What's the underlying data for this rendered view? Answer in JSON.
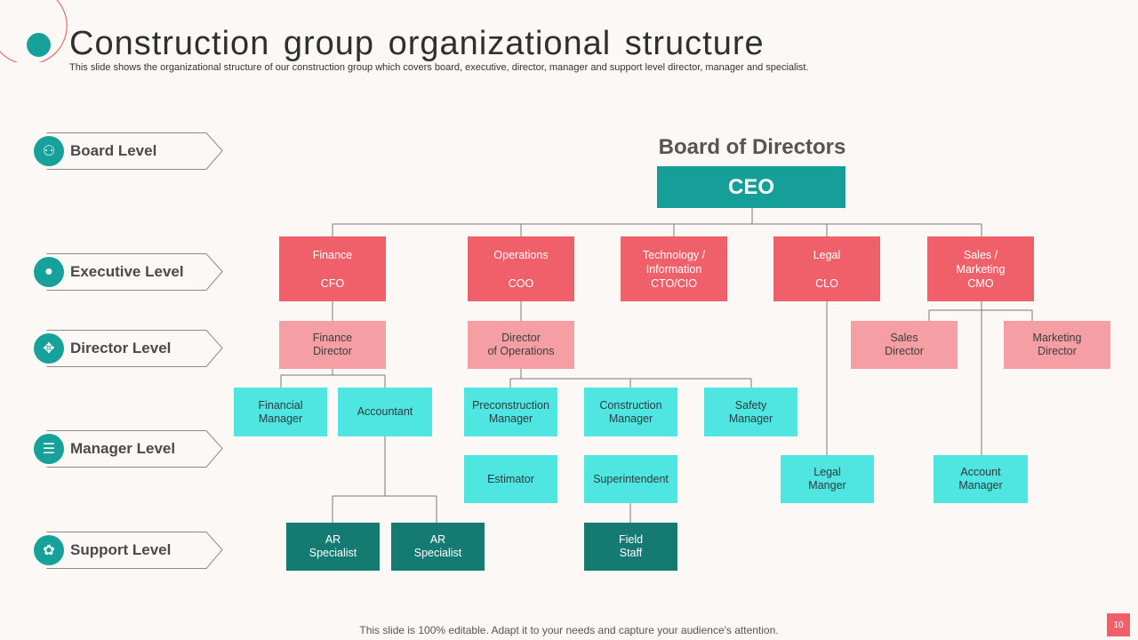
{
  "slide": {
    "title": "Construction group organizational structure",
    "subtitle": "This slide shows the organizational structure of our construction group which covers board, executive,  director, manager and support level director, manager and specialist.",
    "footer": "This slide is 100% editable. Adapt it to your needs and capture your audience's attention.",
    "page_number": "10",
    "accent_color": "#16a29b",
    "executive_color": "#f0606a"
  },
  "levels": [
    {
      "label": "Board Level",
      "icon": "team-meeting-icon"
    },
    {
      "label": "Executive Level",
      "icon": "person-icon"
    },
    {
      "label": "Director Level",
      "icon": "directions-icon"
    },
    {
      "label": "Manager Level",
      "icon": "hierarchy-icon"
    },
    {
      "label": "Support Level",
      "icon": "hands-support-icon"
    }
  ],
  "chart": {
    "board_title": "Board of Directors",
    "ceo": "CEO",
    "executives": {
      "finance": "Finance\n\nCFO",
      "operations": "Operations\n\nCOO",
      "technology": "Technology  /\nInformation\nCTO/CIO",
      "legal": "Legal\n\nCLO",
      "sales": "Sales /\nMarketing\nCMO"
    },
    "directors": {
      "finance_director": "Finance\nDirector",
      "director_operations": "Director\nof Operations",
      "sales_director": "Sales\nDirector",
      "marketing_director": "Marketing\nDirector"
    },
    "managers": {
      "financial_manager": "Financial\nManager",
      "accountant": "Accountant",
      "preconstruction_manager": "Preconstruction\nManager",
      "construction_manager": "Construction\nManager",
      "safety_manager": "Safety\nManager",
      "estimator": "Estimator",
      "superintendent": "Superintendent",
      "legal_manger": "Legal\nManger",
      "account_manager": "Account\nManager"
    },
    "support": {
      "ar_specialist_1": "AR\nSpecialist",
      "ar_specialist_2": "AR\nSpecialist",
      "field_staff": "Field\nStaff"
    }
  }
}
